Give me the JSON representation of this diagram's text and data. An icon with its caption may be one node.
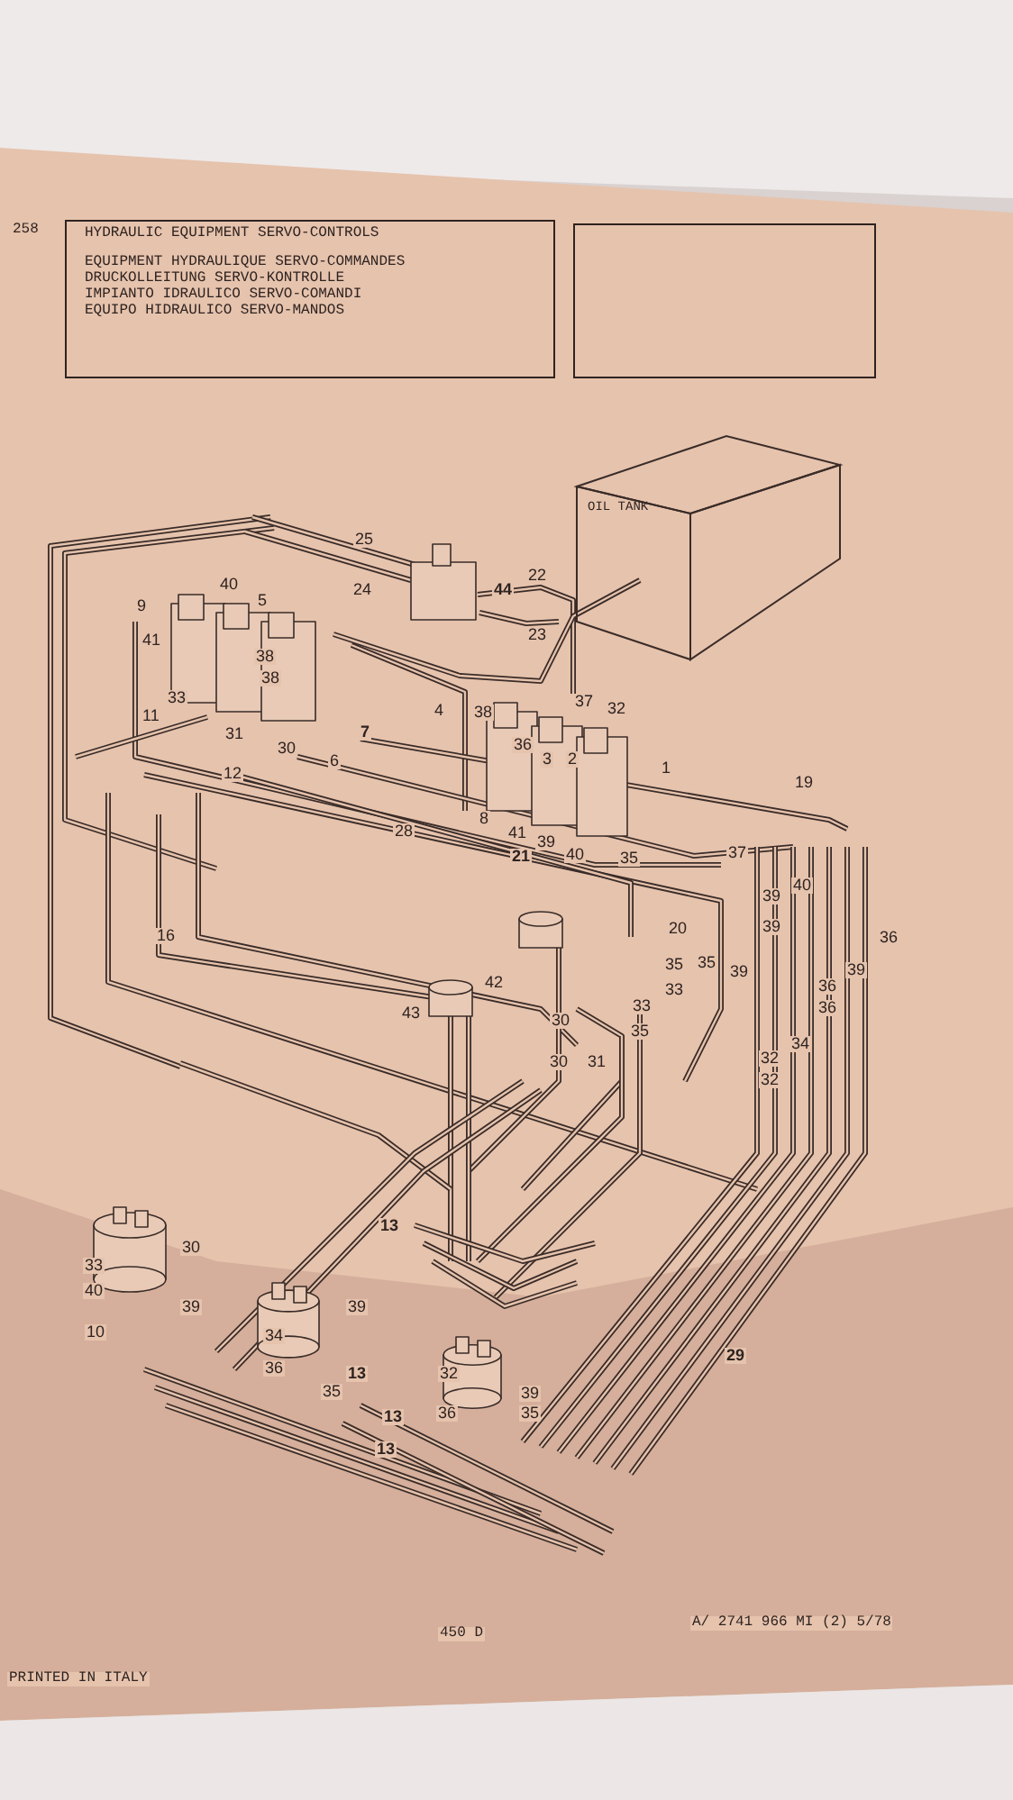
{
  "diagram": {
    "nodes": [
      {
        "text": [
          "HYDRAULIC EQUIPMENT SERVO-CONTROLS",
          "EQUIPMENT HYDRAULIQUE SERVO-COMMANDES",
          "DRUCKOLLEITUNG SERVO-KONTROLLE",
          "IMPIANTO IDRAULICO SERVO-COMANDI",
          "EQUIPO HIDRAULICO SERVO-MANDOS"
        ]
      },
      {
        "text": [],
        "shape": "box"
      },
      {
        "text": [
          "OIL TANK"
        ]
      }
    ],
    "labels": [
      "258",
      "25",
      "40",
      "5",
      "22",
      "24",
      "44",
      "23",
      "9",
      "41",
      "38",
      "38",
      "11",
      "33",
      "31",
      "30",
      "4",
      "7",
      "38",
      "37",
      "32",
      "36",
      "3",
      "2",
      "12",
      "6",
      "1",
      "19",
      "28",
      "8",
      "41",
      "39",
      "21",
      "40",
      "35",
      "37",
      "40",
      "39",
      "39",
      "16",
      "20",
      "36",
      "35",
      "35",
      "39",
      "39",
      "42",
      "33",
      "36",
      "33",
      "36",
      "43",
      "35",
      "30",
      "34",
      "30",
      "31",
      "32",
      "32",
      "13",
      "30",
      "33",
      "40",
      "39",
      "39",
      "10",
      "34",
      "29",
      "36",
      "13",
      "32",
      "35",
      "39",
      "13",
      "36",
      "35",
      "13",
      "450 D",
      "A/ 2741 966 MI (2) 5/78",
      "PRINTED IN ITALY"
    ]
  }
}
